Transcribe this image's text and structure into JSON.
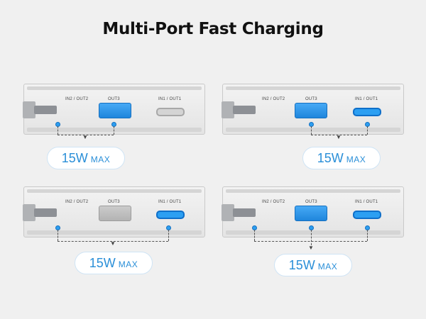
{
  "title": "Multi-Port Fast Charging",
  "port_labels": {
    "in2_out2": "IN2 / OUT2",
    "out3": "OUT3",
    "in1_out1": "IN1 / OUT1"
  },
  "badge": {
    "value": "15W",
    "unit": "MAX"
  },
  "panels": [
    {
      "active_ports": [
        "IN2 / OUT2",
        "OUT3"
      ]
    },
    {
      "active_ports": [
        "OUT3",
        "IN1 / OUT1"
      ]
    },
    {
      "active_ports": [
        "IN2 / OUT2",
        "IN1 / OUT1"
      ]
    },
    {
      "active_ports": [
        "IN2 / OUT2",
        "OUT3",
        "IN1 / OUT1"
      ]
    }
  ],
  "colors": {
    "accent": "#2a8fd8",
    "port_blue": "#2c9ff2"
  }
}
